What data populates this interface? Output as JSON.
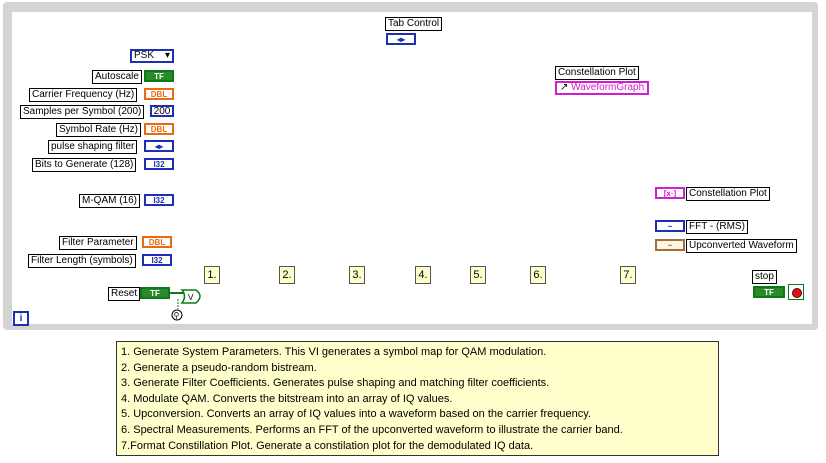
{
  "tab_control": {
    "label": "Tab Control",
    "term": "◂▸"
  },
  "controls": [
    {
      "label": "Autoscale",
      "term": "TF"
    },
    {
      "label": "Carrier Frequency (Hz)",
      "term": "DBL"
    },
    {
      "label": "Samples per Symbol (200)",
      "term": "200"
    },
    {
      "label": "Symbol Rate (Hz)",
      "term": "DBL"
    },
    {
      "label": "pulse shaping filter",
      "term": "◂▸"
    },
    {
      "label": "Bits to Generate (128)",
      "term": "I32"
    },
    {
      "label": "M-QAM (16)",
      "term": "I32"
    },
    {
      "label": "Filter Parameter",
      "term": "DBL"
    },
    {
      "label": "Filter Length (symbols)",
      "term": "I32"
    }
  ],
  "psk": {
    "value": "PSK"
  },
  "reset": {
    "label": "Reset",
    "term": "TF"
  },
  "constellation_ref": {
    "label": "Constellation Plot",
    "value": "WaveformGraph"
  },
  "indicators": [
    {
      "label": "Constellation Plot",
      "term": "[x·]"
    },
    {
      "label": "FFT - (RMS)",
      "term": "~"
    },
    {
      "label": "Upconverted Waveform",
      "term": "~"
    }
  ],
  "stop": {
    "label": "stop",
    "term": "TF"
  },
  "info_icon": "i",
  "steps": [
    "1.",
    "2.",
    "3.",
    "4.",
    "5.",
    "6.",
    "7."
  ],
  "notes": [
    "1. Generate System Parameters.  This VI generates a symbol map for QAM modulation.",
    "2. Generate a pseudo-random bistream.",
    "3. Generate Filter Coefficients.  Generates pulse shaping and matching filter coefficients.",
    "4. Modulate QAM.  Converts the bitstream into an array of IQ values.",
    "5. Upconversion.  Converts an array of IQ values into a waveform based on the carrier frequency.",
    "6. Spectral Measurements.  Performs an FFT of the upconverted waveform to illustrate the carrier band.",
    "7.Format Constillation Plot.  Generate a constilation plot for the demodulated IQ data."
  ],
  "colors": {
    "loop": "#d4d4d4",
    "blue": "#1f2fb4",
    "orange": "#ea6a12",
    "green": "#2a8a2a",
    "pink": "#d01fd0",
    "note": "#ffffcc"
  }
}
